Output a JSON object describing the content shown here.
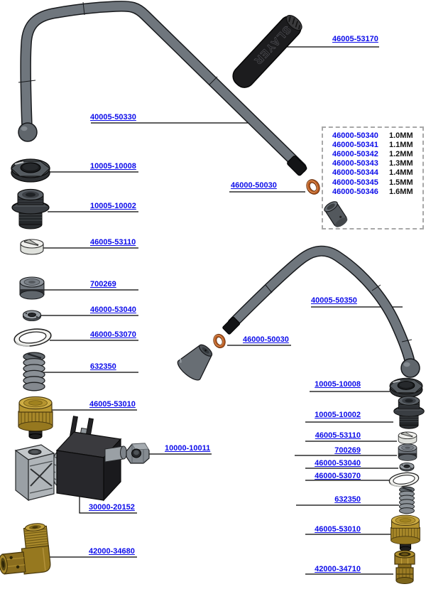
{
  "diagram": {
    "background": "#ffffff",
    "link_color": "#0b0bea",
    "handle_engraving": "SLAYER"
  },
  "callouts": {
    "steam_wand_upper": "40005-50330",
    "handle_grip": "46005-53170",
    "tip_oring_upper": "46000-50030",
    "steam_wand_lower": "40005-50350",
    "tip_oring_lower": "46000-50030",
    "left": {
      "flange_nut": "10005-10008",
      "valve_fitting": "10005-10002",
      "seal": "46005-53110",
      "piston": "700269",
      "washer": "46000-53040",
      "oring_large": "46000-53070",
      "spring": "632350",
      "brass_cap": "46005-53010",
      "compression_nut": "10000-10011",
      "solenoid_valve": "30000-20152",
      "elbow_fitting": "42000-34680"
    },
    "right": {
      "flange_nut": "10005-10008",
      "valve_fitting": "10005-10002",
      "seal": "46005-53110",
      "piston": "700269",
      "washer": "46000-53040",
      "oring_large": "46000-53070",
      "spring": "632350",
      "brass_cap": "46005-53010",
      "straight_fitting": "42000-34710"
    }
  },
  "tip_size_box": {
    "rows": [
      {
        "part_number": "46000-50340",
        "size": "1.0MM"
      },
      {
        "part_number": "46000-50341",
        "size": "1.1MM"
      },
      {
        "part_number": "46000-50342",
        "size": "1.2MM"
      },
      {
        "part_number": "46000-50343",
        "size": "1.3MM"
      },
      {
        "part_number": "46000-50344",
        "size": "1.4MM"
      },
      {
        "part_number": "46000-50345",
        "size": "1.5MM"
      },
      {
        "part_number": "46000-50346",
        "size": "1.6MM"
      }
    ]
  }
}
